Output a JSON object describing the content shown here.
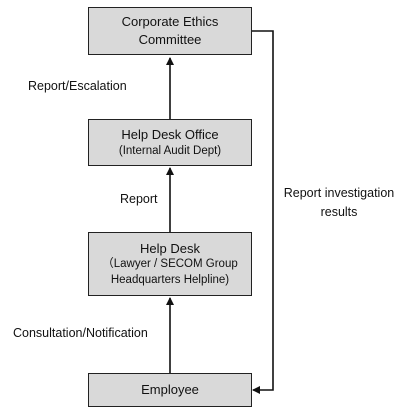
{
  "nodes": {
    "committee": {
      "line1": "Corporate Ethics",
      "line2": "Committee"
    },
    "office": {
      "line1": "Help Desk Office",
      "line2": "(Internal Audit Dept)"
    },
    "helpdesk": {
      "line1": "Help Desk",
      "line2": "（Lawyer / SECOM Group",
      "line3": "Headquarters Helpline)"
    },
    "employee": {
      "line1": "Employee"
    }
  },
  "edges": {
    "employee_to_helpdesk": "Consultation/Notification",
    "helpdesk_to_office": "Report",
    "office_to_committee": "Report/Escalation",
    "committee_to_employee": {
      "line1": "Report investigation",
      "line2": "results"
    }
  },
  "colors": {
    "box_fill": "#d9d9d9",
    "box_border": "#222222",
    "line": "#111111"
  }
}
